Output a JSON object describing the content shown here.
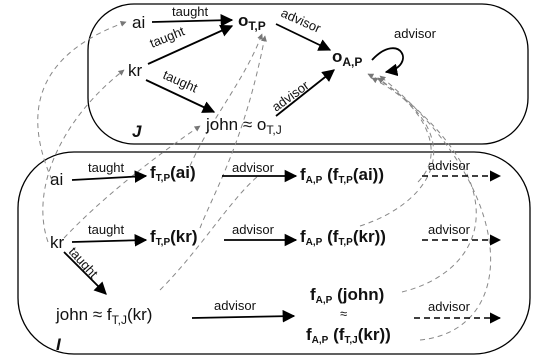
{
  "frames": {
    "J": "J",
    "I": "I"
  },
  "top": {
    "ai": "ai",
    "kr": "kr",
    "o": "o",
    "o_tp_sub": "T,P",
    "o_ap_sub": "A,P",
    "john": "john ≈ o",
    "john_sub": "T,J",
    "taught_ai": "taught",
    "taught_kr1": "taught",
    "taught_kr2": "taught",
    "advisor_1": "advisor",
    "advisor_2": "advisor",
    "advisor_loop": "advisor"
  },
  "bottom": {
    "ai": "ai",
    "kr": "kr",
    "f": "f",
    "f_tp_sub": "T,P",
    "f_ap_sub": "A,P",
    "f_tj_sub": "T,J",
    "ai_arg": "(ai)",
    "kr_arg": "(kr)",
    "ap_ai_open": " (f",
    "ap_ai_close": "(ai))",
    "ap_kr_open": " (f",
    "ap_kr_close": "(kr))",
    "john_left": "john ≈ f",
    "john_left_arg": "(kr)",
    "ap_john": " (john)",
    "approx": "≈",
    "ap_tj_open": " (f",
    "ap_tj_close": "(kr))",
    "taught_ai": "taught",
    "taught_kr": "taught",
    "taught_kr_down": "taught",
    "advisor_ai1": "advisor",
    "advisor_ai2": "advisor",
    "advisor_kr1": "advisor",
    "advisor_kr2": "advisor",
    "advisor_john1": "advisor",
    "advisor_john2": "advisor"
  }
}
